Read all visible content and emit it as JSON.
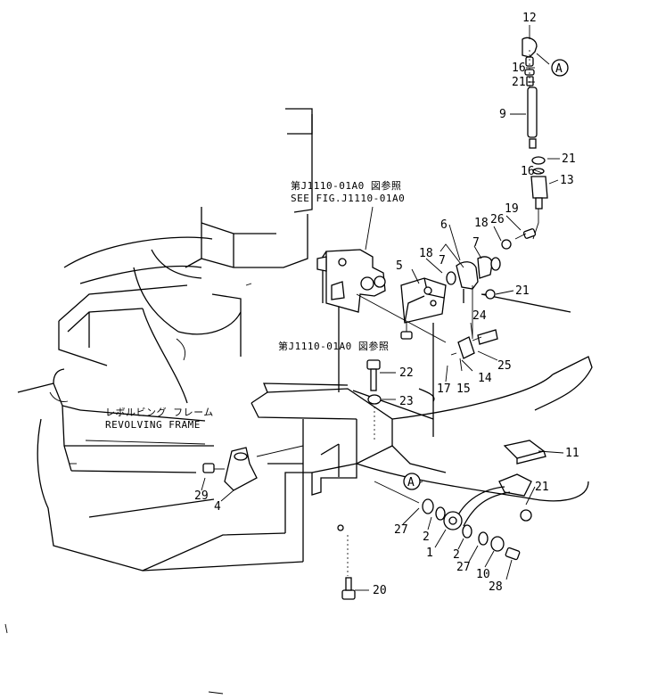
{
  "notes": {
    "ref_j": "第J1110-01A0 図参照",
    "ref_e": "SEE FIG.J1110-01A0",
    "ref_j2": "第J1110-01A0 図参照",
    "frame_j": "レボルビング フレーム",
    "frame_e": "REVOLVING FRAME"
  },
  "callout": {
    "a_top": "A",
    "a_bottom": "A"
  },
  "parts": {
    "p1": "1",
    "p2a": "2",
    "p2b": "2",
    "p4": "4",
    "p5": "5",
    "p6": "6",
    "p7a": "7",
    "p7b": "7",
    "p9": "9",
    "p10": "10",
    "p11": "11",
    "p12": "12",
    "p13": "13",
    "p14": "14",
    "p15": "15",
    "p16a": "16",
    "p16b": "16",
    "p17": "17",
    "p18a": "18",
    "p18b": "18",
    "p19": "19",
    "p20": "20",
    "p21a": "21",
    "p21b": "21",
    "p21c": "21",
    "p21d": "21",
    "p22": "22",
    "p23": "23",
    "p24": "24",
    "p25": "25",
    "p26": "26",
    "p27a": "27",
    "p27b": "27",
    "p28": "28",
    "p29": "29"
  }
}
